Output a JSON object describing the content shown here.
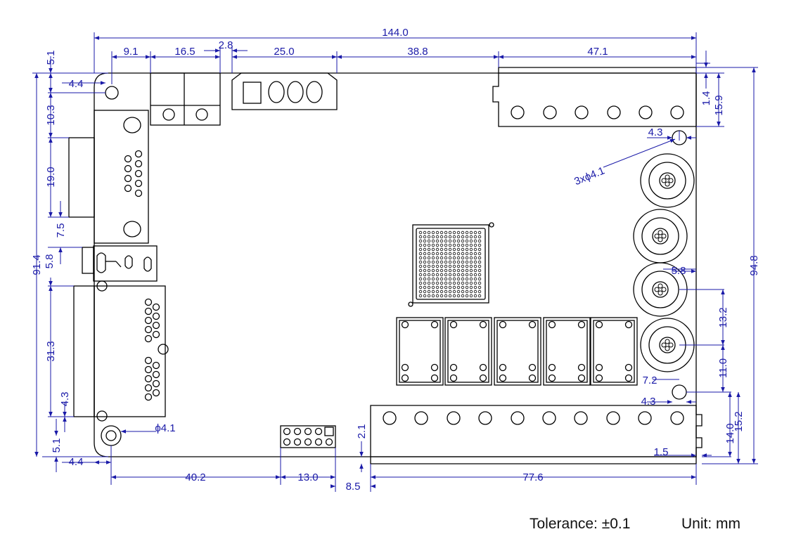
{
  "colors": {
    "outline": "#000000",
    "dimension": "#1a1aa8",
    "background": "#ffffff"
  },
  "dimensions": {
    "overall_width": "144.0",
    "left_hole_offset": "9.1",
    "terminal_block_width": "16.5",
    "gap_small": "2.8",
    "power_connector_width": "25.0",
    "connector_gap": "38.8",
    "top_terminal_width": "47.1",
    "top_margin": "5.1",
    "hole_x": "4.4",
    "db9_top": "10.3",
    "db9_height": "19.0",
    "db9_bottom": "7.5",
    "dc_jack": "5.8",
    "board_height": "91.4",
    "lower_connector": "31.3",
    "lower_gap": "4.3",
    "bottom_margin": "5.1",
    "bottom_hole_x": "4.4",
    "hole_diameter": "ϕ4.1",
    "header_offset": "40.2",
    "header_width": "13.0",
    "bottom_terminal_offset": "8.5",
    "bottom_terminal_width": "77.6",
    "bottom_terminal_gap": "2.1",
    "right_top": "1.4",
    "right_terminal": "15.9",
    "right_hole_x": "4.3",
    "mount_holes": "3xϕ4.1",
    "relay_offset": "5.8",
    "relay_pitch": "13.2",
    "relay_bottom": "11.0",
    "relay_x": "7.2",
    "right_lower_hole": "4.3",
    "bottom_terminal_height": "14.0",
    "bottom_right": "15.2",
    "bottom_edge": "1.5",
    "total_height": "94.8"
  },
  "tolerance_note": "Tolerance: ±0.1",
  "unit_note": "Unit: mm"
}
